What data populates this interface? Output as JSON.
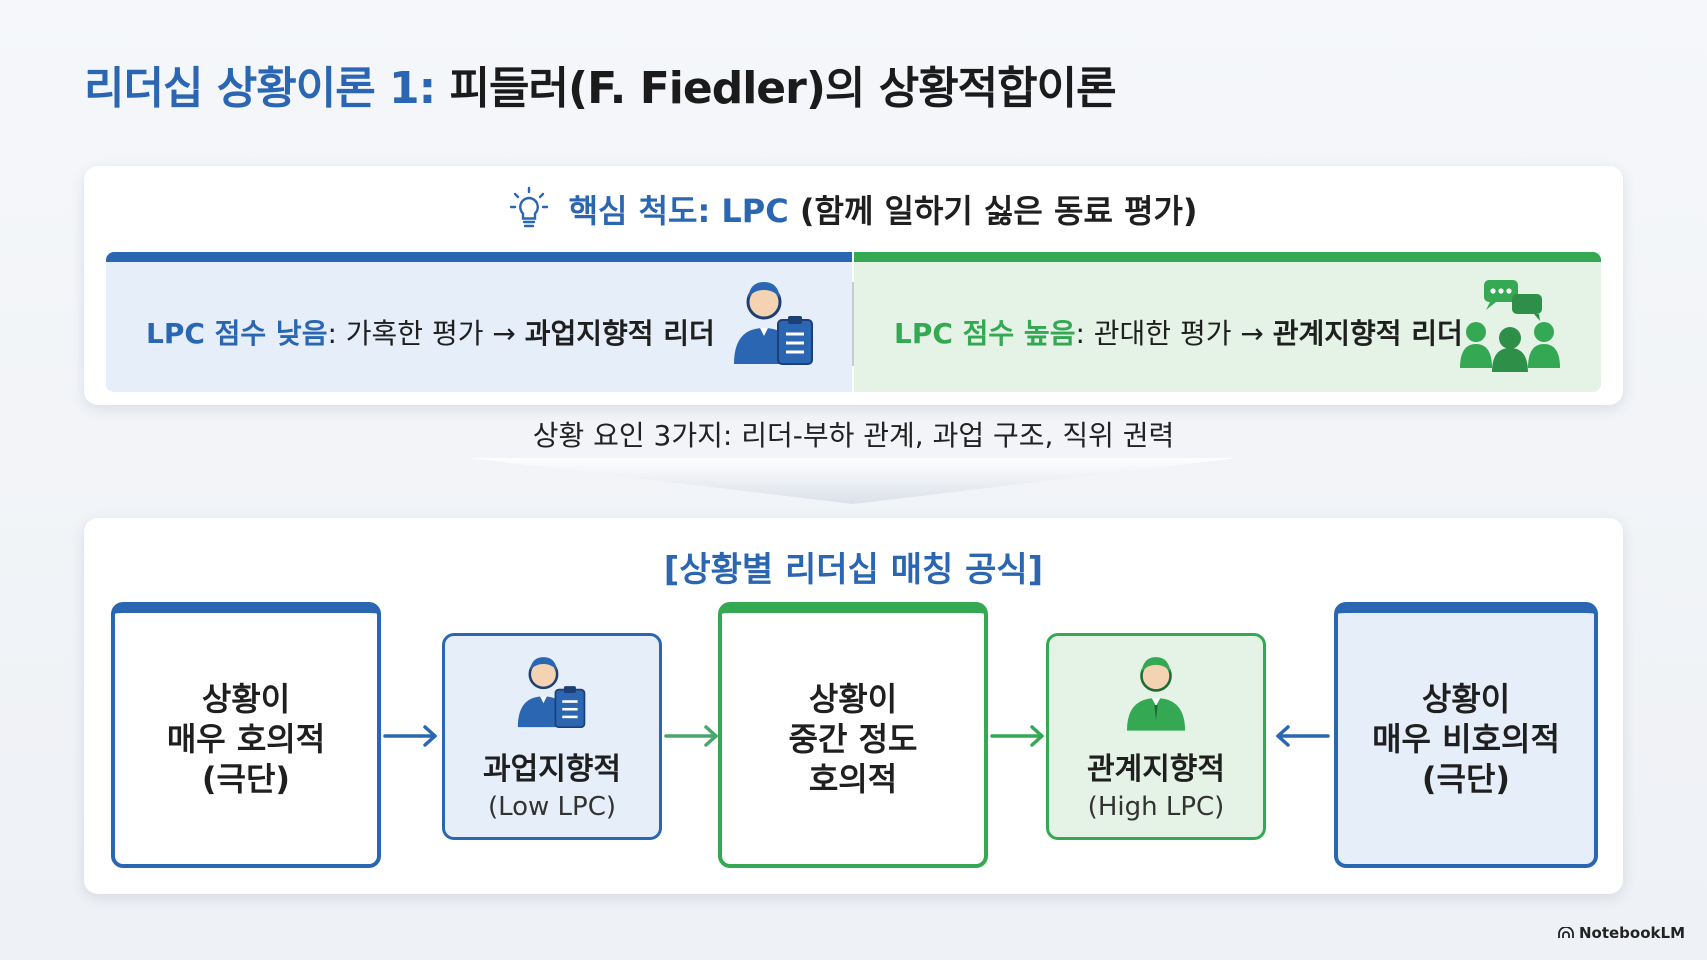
{
  "title": {
    "accent": "리더십 상황이론 1:",
    "rest": "피들러(F. Fiedler)의 상황적합이론"
  },
  "lpc": {
    "heading_accent": "핵심 척도: LPC",
    "heading_rest": "(함께 일하기 싫은 동료 평가)",
    "low": {
      "label": "LPC 점수 낮음",
      "text": ": 가혹한 평가 → ",
      "result": "과업지향적 리더",
      "icon": "leader-with-clipboard-icon"
    },
    "high": {
      "label": "LPC 점수 높음",
      "text": ": 관대한 평가 → ",
      "result": "관계지향적 리더",
      "icon": "group-chat-icon"
    },
    "colors": {
      "low": "#2b66b3",
      "high": "#34a853"
    }
  },
  "factors": "상황 요인 3가지: 리더-부하 관계, 과업 구조, 직위 권력",
  "matching": {
    "heading": "[상황별 리더십 매칭 공식]",
    "favorable": [
      "상황이",
      "매우 호의적",
      "(극단)"
    ],
    "task_leader": {
      "name": "과업지향적",
      "sub": "(Low LPC)"
    },
    "moderate": [
      "상황이",
      "중간 정도",
      "호의적"
    ],
    "relation_leader": {
      "name": "관계지향적",
      "sub": "(High LPC)"
    },
    "unfavorable": [
      "상황이",
      "매우 비호의적",
      "(극단)"
    ]
  },
  "brand": "NotebookLM"
}
